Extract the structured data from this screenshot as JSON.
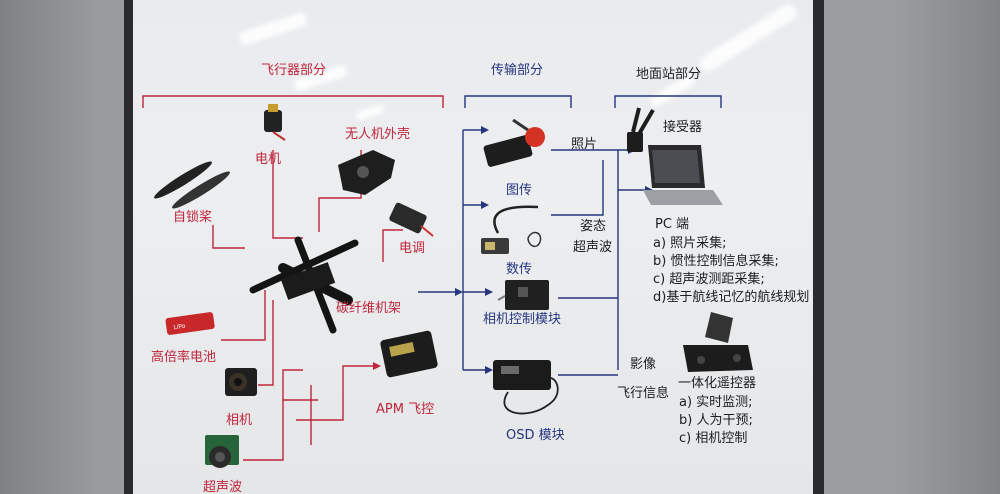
{
  "sections": {
    "flight": "飞行器部分",
    "transmission": "传输部分",
    "ground": "地面站部分"
  },
  "flight_components": {
    "propeller": "自锁桨",
    "motor": "电机",
    "shell": "无人机外壳",
    "esc": "电调",
    "frame": "碳纤维机架",
    "battery": "高倍率电池",
    "camera": "相机",
    "ultrasonic": "超声波",
    "apm": "APM 飞控"
  },
  "transmission_components": {
    "image_tx": "图传",
    "data_tx": "数传",
    "camera_ctrl": "相机控制模块",
    "osd": "OSD 模块"
  },
  "ground_components": {
    "receiver": "接受器",
    "pc_title": "PC 端",
    "pc_items": [
      "a) 照片采集;",
      "b) 惯性控制信息采集;",
      "c) 超声波测距采集;",
      "d)基于航线记忆的航线规划"
    ],
    "rc_title": "一体化遥控器",
    "rc_items": [
      "a) 实时监测;",
      "b) 人为干预;",
      "c) 相机控制"
    ]
  },
  "flow_labels": {
    "photo": "照片",
    "attitude": "姿态",
    "ultrasonic": "超声波",
    "image": "影像",
    "flight_info": "飞行信息"
  },
  "colors": {
    "flight_red": "#c0253b",
    "transmission_blue": "#26367e"
  }
}
